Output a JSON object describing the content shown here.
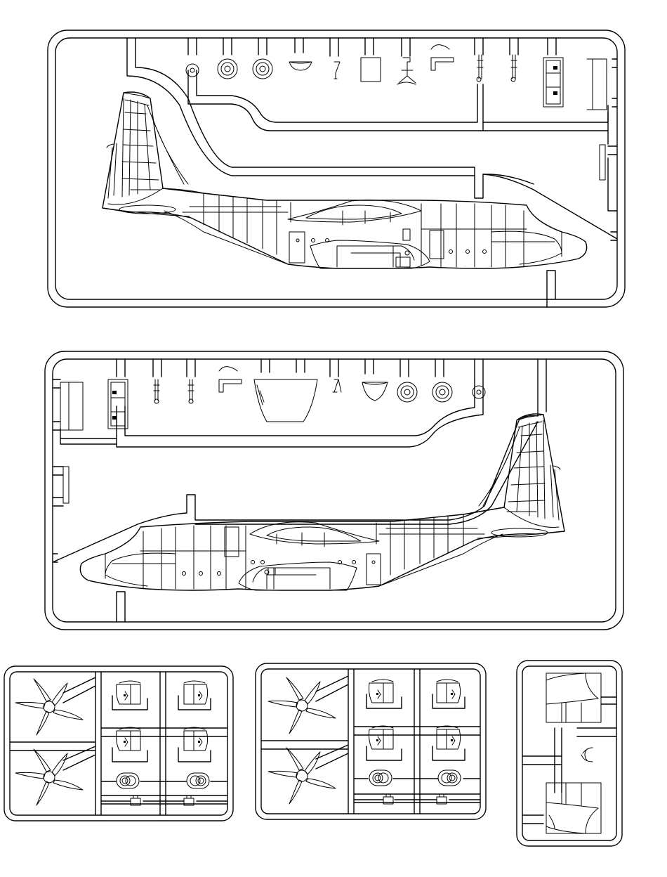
{
  "sheet": {
    "description_visible_text": "",
    "colors": {
      "line": "#000000",
      "background": "#ffffff"
    }
  },
  "sprues": [
    {
      "id": "upper-fuselage-sprue",
      "contents": [
        "fuselage-half",
        "tail-fin",
        "main-wheel",
        "main-wheel",
        "nose-wheel",
        "wheel-well-cover",
        "strut",
        "panel",
        "nose-gear-leg",
        "antenna",
        "pin",
        "pin",
        "door-frame",
        "clip",
        "clip"
      ]
    },
    {
      "id": "lower-fuselage-sprue",
      "contents": [
        "fuselage-half",
        "tail-fin",
        "clip",
        "door-frame",
        "pin",
        "pin",
        "antenna",
        "cockpit-canopy",
        "strut",
        "wheel-well-cover",
        "main-wheel",
        "main-wheel",
        "nose-wheel",
        "clip"
      ]
    },
    {
      "id": "engine-sprue-left",
      "contents": [
        "propeller",
        "propeller",
        "engine-nacelle",
        "engine-nacelle",
        "engine-nacelle",
        "engine-nacelle",
        "exhaust-ring",
        "exhaust-ring",
        "small-part",
        "small-part"
      ]
    },
    {
      "id": "engine-sprue-right",
      "contents": [
        "propeller",
        "propeller",
        "engine-nacelle",
        "engine-nacelle",
        "engine-nacelle",
        "engine-nacelle",
        "exhaust-ring",
        "exhaust-ring",
        "small-part",
        "small-part"
      ]
    },
    {
      "id": "intake-sprue",
      "contents": [
        "intake-half",
        "intake-half",
        "small-clip"
      ]
    }
  ]
}
